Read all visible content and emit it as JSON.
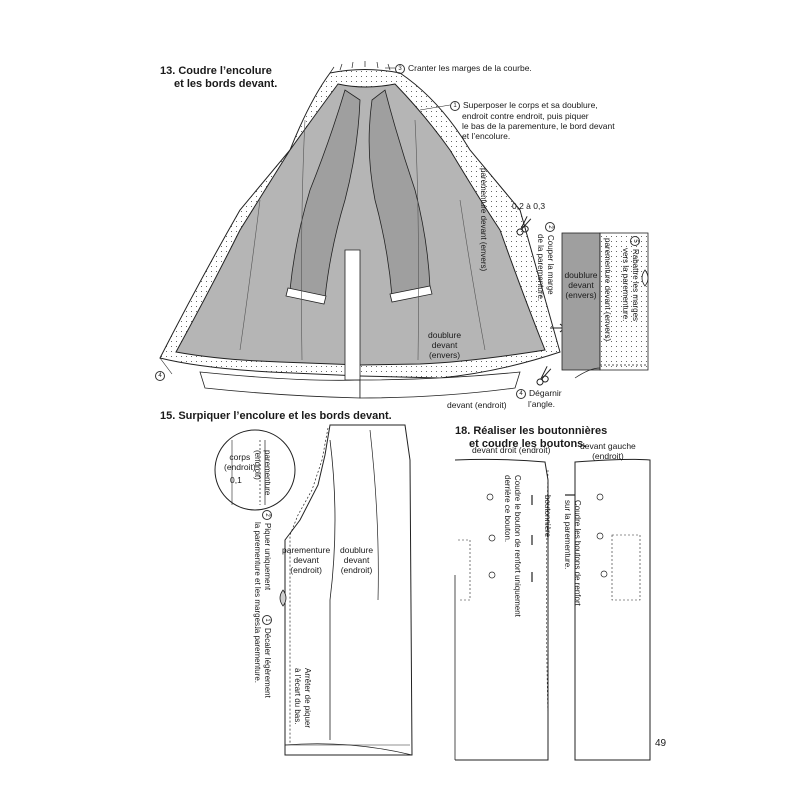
{
  "step13": {
    "title_line1": "13. Coudre l’encolure",
    "title_line2": "et les bords devant.",
    "note3": "Cranter les marges de la courbe.",
    "note1_l1": "Superposer le corps et sa doublure,",
    "note1_l2": "endroit contre endroit, puis piquer",
    "note1_l3": "le bas de la parementure, le bord devant",
    "note1_l4": "et l’encolure.",
    "parementure_label": "parementure devant (envers)",
    "measure": "0,2 à 0,3",
    "note2_l1": "Couper la marge",
    "note2_l2": "de la parementure.",
    "doublure_l1": "doublure",
    "doublure_l2": "devant",
    "doublure_l3": "(envers)",
    "devant_endroit": "devant (endroit)",
    "note4_l1": "Dégarnir",
    "note4_l2": "l’angle.",
    "inset_doublure_l1": "doublure",
    "inset_doublure_l2": "devant",
    "inset_doublure_l3": "(envers)",
    "inset_parementure": "parementure devant (envers)",
    "note5_l1": "Rabattre les marges",
    "note5_l2": "vers la parementure.",
    "arrow": "→",
    "n1": "1",
    "n2": "2",
    "n3": "3",
    "n4": "4",
    "n5": "5"
  },
  "step15": {
    "title": "15. Surpiquer l’encolure et les bords devant.",
    "corps_l1": "corps",
    "corps_l2": "(endroit)",
    "parementure_small_l1": "parementure",
    "parementure_small_l2": "(endroit)",
    "measure": "0,1",
    "note2_l1": "Piquer uniquement",
    "note2_l2": "la parementure et les marges.",
    "parementure_l1": "parementure",
    "parementure_l2": "devant",
    "parementure_l3": "(endroit)",
    "doublure_l1": "doublure",
    "doublure_l2": "devant",
    "doublure_l3": "(endroit)",
    "note1_l1": "Décaler légèrement",
    "note1_l2": "la parementure.",
    "stop_l1": "Arrêter de piquer",
    "stop_l2": "à l’écart du bas.",
    "n1": "1",
    "n2": "2"
  },
  "step18": {
    "title_line1": "18. Réaliser les boutonnières",
    "title_line2": "et coudre les boutons.",
    "devant_droit_l1": "devant droit (endroit)",
    "devant_gauche_l1": "devant gauche",
    "devant_gauche_l2": "(endroit)",
    "boutonniere": "boutonnière",
    "renfort_l1": "Coudre le bouton de renfort uniquement",
    "renfort_l2": "derrière ce bouton.",
    "boutons_l1": "Coudre les boutons de renfort",
    "boutons_l2": "sur la parementure."
  },
  "page_number": "49"
}
